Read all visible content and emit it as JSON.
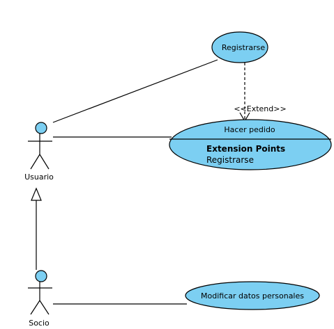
{
  "colors": {
    "usecase_fill": "#7ccff2",
    "stroke": "#000000",
    "background": "#ffffff"
  },
  "actors": {
    "usuario": {
      "name": "Usuario"
    },
    "socio": {
      "name": "Socio"
    }
  },
  "use_cases": {
    "registrarse": {
      "name": "Registrarse"
    },
    "hacer_pedido": {
      "name": "Hacer pedido",
      "extension_points_title": "Extension Points",
      "extension_point": "Registrarse"
    },
    "modificar_datos": {
      "name": "Modificar datos personales"
    }
  },
  "relationships": {
    "extend_label": "<<Extend>>"
  }
}
